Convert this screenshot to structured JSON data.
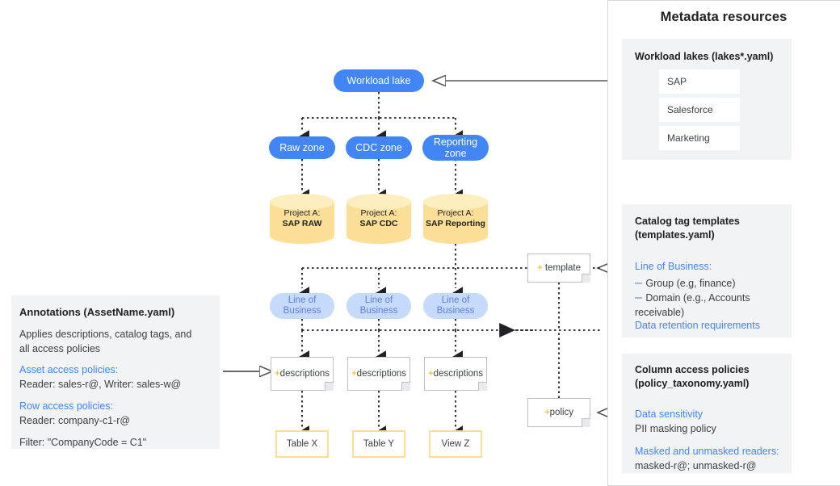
{
  "right_panel": {
    "title": "Metadata resources",
    "workload_lakes": {
      "title": "Workload lakes (lakes*.yaml)",
      "items": [
        "SAP",
        "Salesforce",
        "Marketing"
      ]
    },
    "catalog_templates": {
      "title_line1": "Catalog tag templates",
      "title_line2": "(templates.yaml)",
      "heading": "Line of Business:",
      "bullet_marker": "–",
      "bullets": [
        "Group (e.g, finance)",
        "Domain (e.g., Accounts receivable)"
      ],
      "footer": "Data retention requirements"
    },
    "column_policies": {
      "title_line1": "Column access policies",
      "title_line2": "(policy_taxonomy.yaml)",
      "sensitivity_heading": "Data sensitivity",
      "sensitivity_value": "PII masking policy",
      "readers_heading": "Masked and unmasked readers:",
      "readers_value": "masked-r@; unmasked-r@"
    }
  },
  "left_panel": {
    "title": "Annotations (AssetName.yaml)",
    "desc_line1": "Applies descriptions, catalog tags, and",
    "desc_line2": "all access policies",
    "asset_heading": "Asset access policies:",
    "asset_value": "Reader: sales-r@, Writer: sales-w@",
    "row_heading": "Row access policies:",
    "row_value": "Reader: company-c1-r@",
    "filter_value": "Filter: \"CompanyCode = C1\""
  },
  "flow": {
    "lake": "Workload lake",
    "zones": [
      "Raw zone",
      "CDC zone",
      "Reporting zone"
    ],
    "projects": [
      {
        "line1": "Project A:",
        "line2": "SAP RAW"
      },
      {
        "line1": "Project A:",
        "line2": "SAP CDC"
      },
      {
        "line1": "Project A:",
        "line2": "SAP Reporting"
      }
    ],
    "lob": [
      "Line of Business",
      "Line of Business",
      "Line of Business"
    ],
    "descriptions": [
      "+descriptions",
      "+descriptions",
      "+descriptions"
    ],
    "outputs": [
      "Table X",
      "Table Y",
      "View Z"
    ],
    "template_note": "+ template",
    "policy_note": "+policy"
  },
  "colors": {
    "blue": "#4285f4",
    "light_blue": "#c6dafc",
    "yellow": "#fcdf97",
    "grey_box": "#f1f3f4",
    "text": "#202124"
  }
}
